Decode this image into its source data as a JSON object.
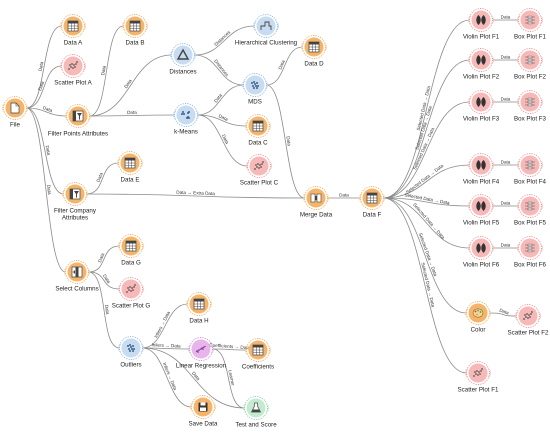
{
  "colors": {
    "data": "#f5b46a",
    "data_ring": "#f0a24a",
    "unsupervised": "#c7dbf1",
    "unsupervised_ring": "#7fb0e2",
    "visualize": "#f7b8b8",
    "visualize_ring": "#ec8585",
    "model": "#e9b3ec",
    "model_ring": "#c77bd0",
    "evaluate": "#c4ebd0",
    "evaluate_ring": "#7ccc95",
    "glyph": "#444444",
    "edge": "#8a8a8a"
  },
  "nodes": [
    {
      "id": "file",
      "label": "File",
      "category": "data",
      "icon": "file-icon"
    },
    {
      "id": "data-a",
      "label": "Data A",
      "category": "data",
      "icon": "table-icon"
    },
    {
      "id": "scatter-a",
      "label": "Scatter Plot A",
      "category": "visualize",
      "icon": "scatter-icon"
    },
    {
      "id": "data-b",
      "label": "Data B",
      "category": "data",
      "icon": "table-icon"
    },
    {
      "id": "filter-points",
      "label": "Filter Points Attributes",
      "category": "data",
      "icon": "filter-icon"
    },
    {
      "id": "distances",
      "label": "Distances",
      "category": "unsupervised",
      "icon": "delta-icon"
    },
    {
      "id": "hier-clust",
      "label": "Hierarchical Clustering",
      "category": "unsupervised",
      "icon": "dendrogram-icon"
    },
    {
      "id": "mds",
      "label": "MDS",
      "category": "unsupervised",
      "icon": "mds-icon"
    },
    {
      "id": "data-d",
      "label": "Data D",
      "category": "data",
      "icon": "table-icon"
    },
    {
      "id": "kmeans",
      "label": "k-Means",
      "category": "unsupervised",
      "icon": "kmeans-icon"
    },
    {
      "id": "data-c",
      "label": "Data C",
      "category": "data",
      "icon": "table-icon"
    },
    {
      "id": "scatter-c",
      "label": "Scatter Plot C",
      "category": "visualize",
      "icon": "scatter-icon"
    },
    {
      "id": "data-e",
      "label": "Data E",
      "category": "data",
      "icon": "table-icon"
    },
    {
      "id": "filter-company",
      "label": "Filter Company Attributes",
      "category": "data",
      "icon": "filter-icon"
    },
    {
      "id": "merge",
      "label": "Merge Data",
      "category": "data",
      "icon": "merge-icon"
    },
    {
      "id": "data-f",
      "label": "Data F",
      "category": "data",
      "icon": "table-icon"
    },
    {
      "id": "select-columns",
      "label": "Select Columns",
      "category": "data",
      "icon": "select-columns-icon"
    },
    {
      "id": "data-g",
      "label": "Data G",
      "category": "data",
      "icon": "table-icon"
    },
    {
      "id": "scatter-g",
      "label": "Scatter Plot G",
      "category": "visualize",
      "icon": "scatter-icon"
    },
    {
      "id": "outliers",
      "label": "Outliers",
      "category": "unsupervised",
      "icon": "outliers-icon"
    },
    {
      "id": "data-h",
      "label": "Data H",
      "category": "data",
      "icon": "table-icon"
    },
    {
      "id": "linreg",
      "label": "Linear Regression",
      "category": "model",
      "icon": "linear-regression-icon"
    },
    {
      "id": "coefficients",
      "label": "Coefficients",
      "category": "data",
      "icon": "table-icon"
    },
    {
      "id": "save-data",
      "label": "Save Data",
      "category": "data",
      "icon": "save-icon"
    },
    {
      "id": "test-score",
      "label": "Test and Score",
      "category": "evaluate",
      "icon": "flask-icon"
    },
    {
      "id": "violin-f1",
      "label": "Violin Plot F1",
      "category": "visualize",
      "icon": "violin-icon"
    },
    {
      "id": "violin-f2",
      "label": "Violin Plot F2",
      "category": "visualize",
      "icon": "violin-icon"
    },
    {
      "id": "violin-f3",
      "label": "Violin Plot F3",
      "category": "visualize",
      "icon": "violin-icon"
    },
    {
      "id": "violin-f4",
      "label": "Violin Plot F4",
      "category": "visualize",
      "icon": "violin-icon"
    },
    {
      "id": "violin-f5",
      "label": "Violin Plot F5",
      "category": "visualize",
      "icon": "violin-icon"
    },
    {
      "id": "violin-f6",
      "label": "Violin Plot F6",
      "category": "visualize",
      "icon": "violin-icon"
    },
    {
      "id": "box-f1",
      "label": "Box Plot F1",
      "category": "visualize",
      "icon": "box-plot-icon"
    },
    {
      "id": "box-f2",
      "label": "Box Plot F2",
      "category": "visualize",
      "icon": "box-plot-icon"
    },
    {
      "id": "box-f3",
      "label": "Box Plot F3",
      "category": "visualize",
      "icon": "box-plot-icon"
    },
    {
      "id": "box-f4",
      "label": "Box Plot F4",
      "category": "visualize",
      "icon": "box-plot-icon"
    },
    {
      "id": "box-f5",
      "label": "Box Plot F5",
      "category": "visualize",
      "icon": "box-plot-icon"
    },
    {
      "id": "box-f6",
      "label": "Box Plot F6",
      "category": "visualize",
      "icon": "box-plot-icon"
    },
    {
      "id": "color",
      "label": "Color",
      "category": "data",
      "icon": "palette-icon"
    },
    {
      "id": "scatter-f2",
      "label": "Scatter Plot F2",
      "category": "visualize",
      "icon": "scatter-icon"
    },
    {
      "id": "scatter-f1",
      "label": "Scatter Plot F1",
      "category": "visualize",
      "icon": "scatter-icon"
    }
  ],
  "edges": [
    {
      "from": "file",
      "to": "data-a",
      "label": "Data"
    },
    {
      "from": "file",
      "to": "scatter-a",
      "label": "Data"
    },
    {
      "from": "file",
      "to": "filter-points",
      "label": "Data"
    },
    {
      "from": "file",
      "to": "filter-company",
      "label": "Data"
    },
    {
      "from": "file",
      "to": "select-columns",
      "label": "Data"
    },
    {
      "from": "filter-points",
      "to": "data-b",
      "label": "Data"
    },
    {
      "from": "filter-points",
      "to": "distances",
      "label": "Data"
    },
    {
      "from": "filter-points",
      "to": "kmeans",
      "label": "Data"
    },
    {
      "from": "distances",
      "to": "hier-clust",
      "label": "Distances"
    },
    {
      "from": "distances",
      "to": "mds",
      "label": "Distances"
    },
    {
      "from": "kmeans",
      "to": "mds",
      "label": "Data"
    },
    {
      "from": "kmeans",
      "to": "data-c",
      "label": "Data"
    },
    {
      "from": "kmeans",
      "to": "scatter-c",
      "label": "Data"
    },
    {
      "from": "mds",
      "to": "data-d",
      "label": "Data"
    },
    {
      "from": "mds",
      "to": "merge",
      "label": "Data"
    },
    {
      "from": "filter-company",
      "to": "data-e",
      "label": "Data"
    },
    {
      "from": "filter-company",
      "to": "merge",
      "label": "Data → Extra Data"
    },
    {
      "from": "merge",
      "to": "data-f",
      "label": "Data"
    },
    {
      "from": "select-columns",
      "to": "data-g",
      "label": "Data"
    },
    {
      "from": "select-columns",
      "to": "scatter-g",
      "label": "Data"
    },
    {
      "from": "select-columns",
      "to": "outliers",
      "label": "Data"
    },
    {
      "from": "outliers",
      "to": "data-h",
      "label": "Inliers → Data"
    },
    {
      "from": "outliers",
      "to": "linreg",
      "label": "Inliers → Data"
    },
    {
      "from": "outliers",
      "to": "save-data",
      "label": "Inliers → Data"
    },
    {
      "from": "outliers",
      "to": "test-score",
      "label": "Data"
    },
    {
      "from": "linreg",
      "to": "coefficients",
      "label": "Coefficients → Data"
    },
    {
      "from": "linreg",
      "to": "test-score",
      "label": "Learner"
    },
    {
      "from": "data-f",
      "to": "violin-f1",
      "label": "Selected Data → Data"
    },
    {
      "from": "data-f",
      "to": "violin-f2",
      "label": "Selected Data → Data"
    },
    {
      "from": "data-f",
      "to": "violin-f3",
      "label": "Selected Data → Data"
    },
    {
      "from": "data-f",
      "to": "violin-f4",
      "label": "Selected Data → Data"
    },
    {
      "from": "data-f",
      "to": "violin-f5",
      "label": "Selected Data → Data"
    },
    {
      "from": "data-f",
      "to": "violin-f6",
      "label": "Selected Data → Data"
    },
    {
      "from": "data-f",
      "to": "color",
      "label": "Selected Data → Data"
    },
    {
      "from": "data-f",
      "to": "scatter-f1",
      "label": "Selected Data → Data"
    },
    {
      "from": "violin-f1",
      "to": "box-f1",
      "label": "Data"
    },
    {
      "from": "violin-f2",
      "to": "box-f2",
      "label": "Data"
    },
    {
      "from": "violin-f3",
      "to": "box-f3",
      "label": "Data"
    },
    {
      "from": "violin-f4",
      "to": "box-f4",
      "label": "Data"
    },
    {
      "from": "violin-f5",
      "to": "box-f5",
      "label": "Data"
    },
    {
      "from": "violin-f6",
      "to": "box-f6",
      "label": "Data"
    },
    {
      "from": "color",
      "to": "scatter-f2",
      "label": "Data"
    }
  ]
}
